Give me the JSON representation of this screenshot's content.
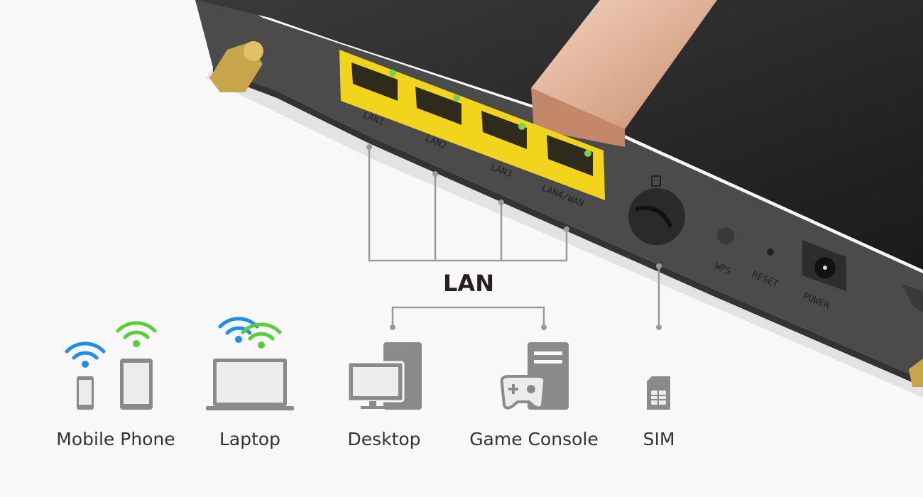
{
  "router": {
    "port_labels": [
      "LAN1",
      "LAN2",
      "LAN3",
      "LAN4/WAN"
    ],
    "button_labels": {
      "wps": "WPS",
      "reset": "RESET",
      "power": "POWER"
    }
  },
  "diagram": {
    "lan_heading": "LAN",
    "devices": [
      {
        "label": "Mobile Phone",
        "icon": "phone-tablet-wifi-icon"
      },
      {
        "label": "Laptop",
        "icon": "laptop-wifi-icon"
      },
      {
        "label": "Desktop",
        "icon": "desktop-icon"
      },
      {
        "label": "Game Console",
        "icon": "game-console-icon"
      },
      {
        "label": "SIM",
        "icon": "sim-card-icon"
      }
    ]
  },
  "colors": {
    "wifi_blue": "#1e8cf0",
    "wifi_green": "#5ccc3c",
    "icon_grey": "#8a8a8a",
    "port_yellow": "#f2d41c",
    "accent_copper": "#d9a88a",
    "connector_grey": "#9a9a9a"
  }
}
